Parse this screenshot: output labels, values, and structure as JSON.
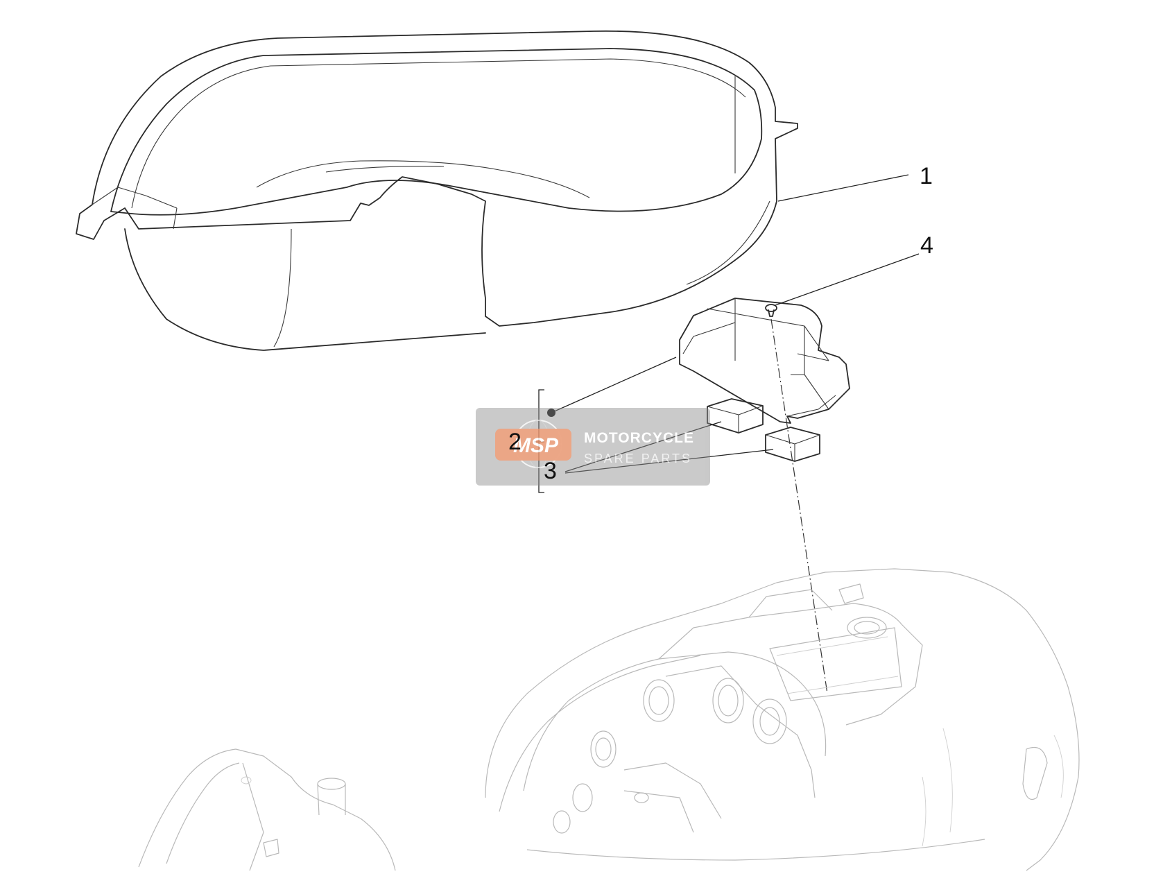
{
  "callouts": [
    {
      "id": "1",
      "label": "1"
    },
    {
      "id": "2",
      "label": "2"
    },
    {
      "id": "3",
      "label": "3"
    },
    {
      "id": "4",
      "label": "4"
    }
  ],
  "watermark": {
    "logo": "MSP",
    "title": "MOTORCYCLE",
    "subtitle": "SPARE PARTS"
  },
  "colors": {
    "line": "#2b2b2b",
    "faint_line": "#b9b9b9",
    "watermark_bg": "#8c8c8c",
    "watermark_logo": "#e9946d",
    "watermark_text": "#ffffff"
  }
}
